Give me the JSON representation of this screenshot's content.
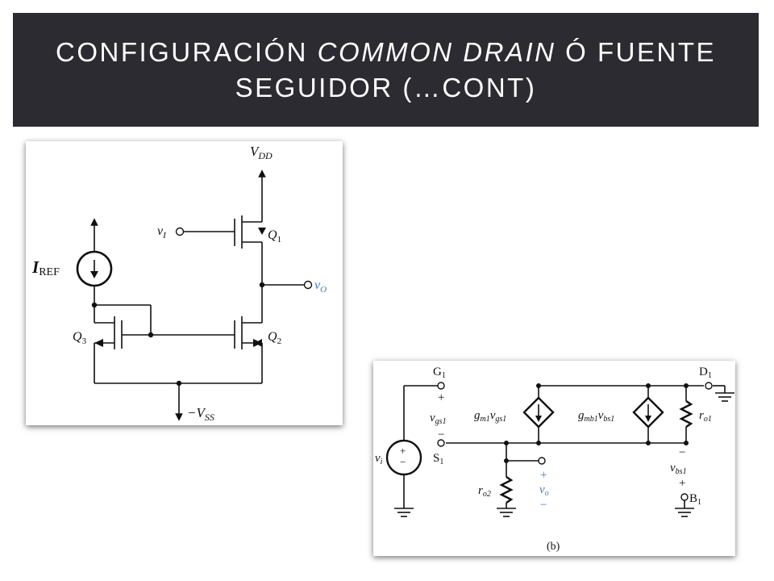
{
  "title": {
    "line1_part1": "CONFIGURACIÓN ",
    "line1_italic": "COMMON DRAIN",
    "line1_part2": " Ó FUENTE",
    "line2": "SEGUIDOR (…CONT)"
  },
  "circuit_a": {
    "vdd_base": "V",
    "vdd_sub": "DD",
    "vin_base": "v",
    "vin_sub": "I",
    "q1": "Q",
    "q1_sub": "1",
    "q2": "Q",
    "q2_sub": "2",
    "q3": "Q",
    "q3_sub": "3",
    "iref_base": "I",
    "iref_sub": "REF",
    "vout_base": "v",
    "vout_sub": "O",
    "vss_prefix": "−V",
    "vss_sub": "SS"
  },
  "circuit_b": {
    "gate": "G",
    "gate_sub": "1",
    "drain": "D",
    "drain_sub": "1",
    "source": "S",
    "source_sub": "1",
    "body": "B",
    "body_sub": "1",
    "vgs_base": "v",
    "vgs_sub": "gs1",
    "plus": "+",
    "minus": "−",
    "vi_base": "v",
    "vi_sub": "i",
    "gm_base": "g",
    "gm_sub": "m1",
    "gm_v": "v",
    "gm_vsub": "gs1",
    "gmb_base": "g",
    "gmb_sub": "mb1",
    "gmb_v": "v",
    "gmb_vsub": "bs1",
    "ro1_base": "r",
    "ro1_sub": "o1",
    "ro2_base": "r",
    "ro2_sub": "o2",
    "vo_base": "v",
    "vo_sub": "o",
    "vbs_base": "v",
    "vbs_sub": "bs1",
    "caption": "(b)"
  }
}
